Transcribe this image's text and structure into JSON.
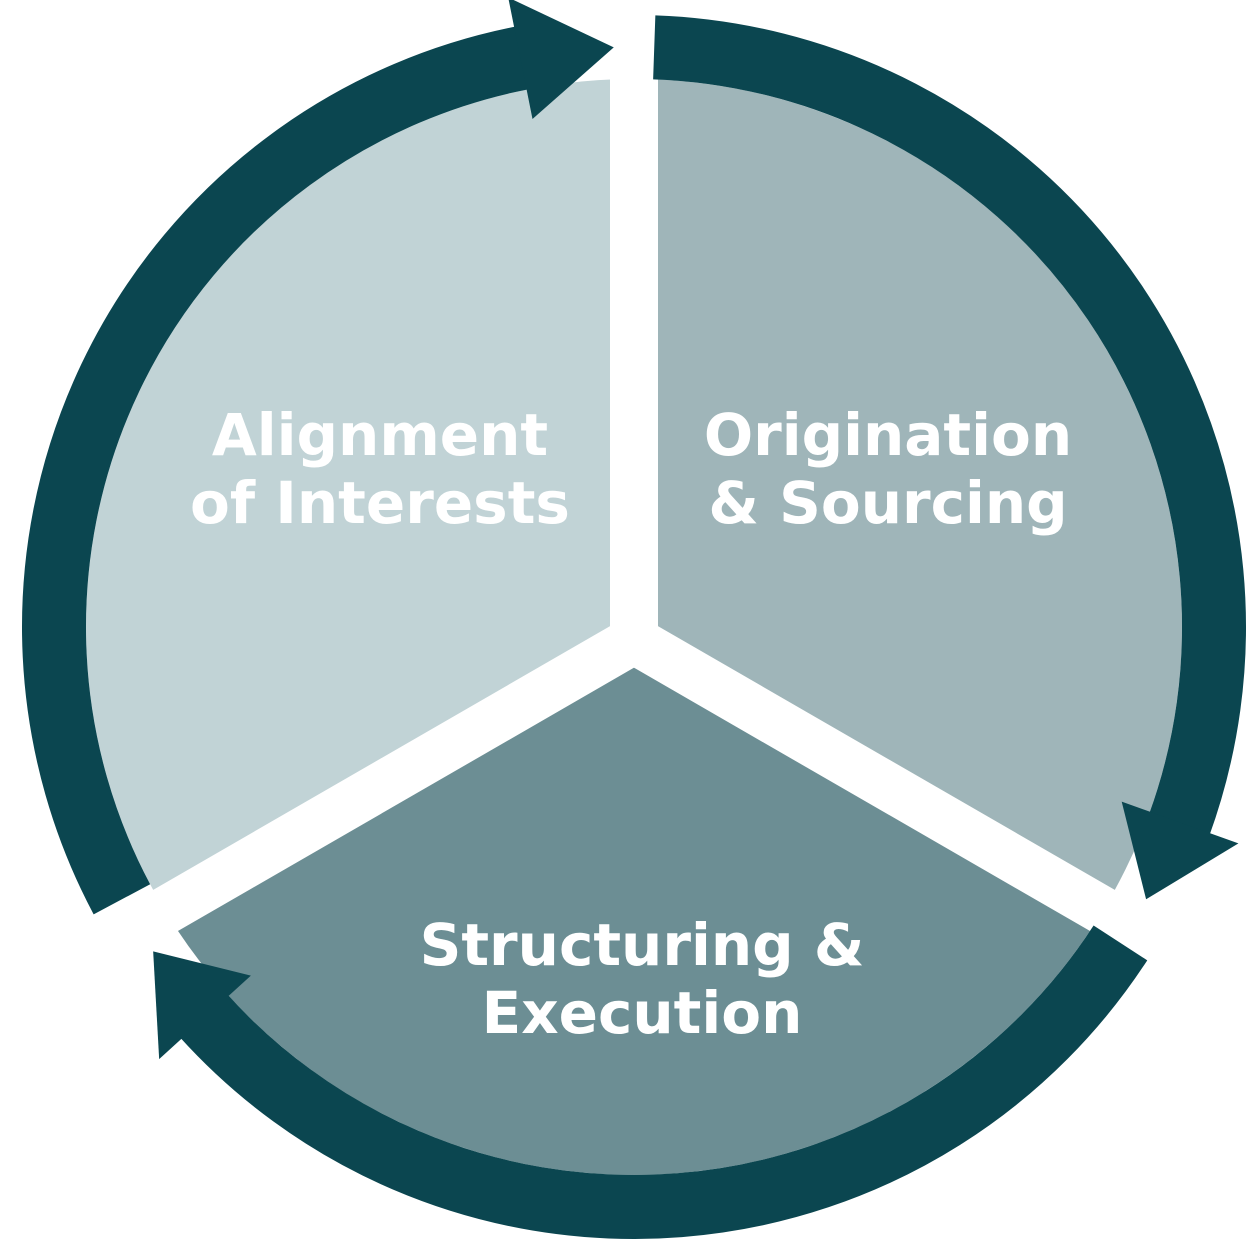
{
  "segments": [
    {
      "id": "alignment",
      "line1": "Alignment",
      "line2": "of Interests",
      "color": "#c1d3d6"
    },
    {
      "id": "origination",
      "line1": "Origination",
      "line2": "& Sourcing",
      "color": "#9fb5b9"
    },
    {
      "id": "structuring",
      "line1": "Structuring &",
      "line2": "Execution",
      "color": "#6c8e94"
    }
  ],
  "colors": {
    "ring": "#0b4650",
    "background": "#ffffff"
  }
}
